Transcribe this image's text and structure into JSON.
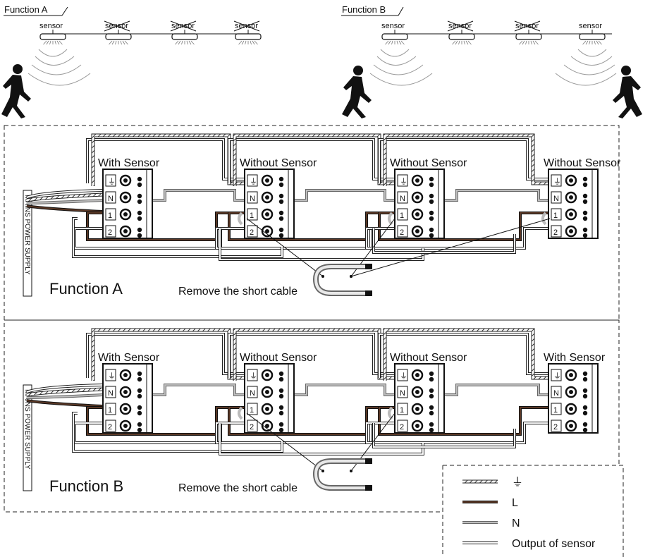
{
  "top": {
    "function_a_title": "Function A",
    "function_b_title": "Function B",
    "sensor_label": "sensor"
  },
  "panel_a": {
    "title": "Function A",
    "remove_note": "Remove the short cable",
    "mains_label": "MAINS POWER SUPPLY",
    "modules": [
      "With Sensor",
      "Without Sensor",
      "Without Sensor",
      "Without Sensor"
    ]
  },
  "panel_b": {
    "title": "Function B",
    "remove_note": "Remove the short cable",
    "mains_label": "MAINS POWER SUPPLY",
    "modules": [
      "With Sensor",
      "Without Sensor",
      "Without Sensor",
      "With Sensor"
    ]
  },
  "terminal_marks": [
    "N",
    "1",
    "2"
  ],
  "legend": {
    "items": [
      {
        "key": "earth",
        "label": "⏚",
        "color": "#555555"
      },
      {
        "key": "live",
        "label": "L",
        "color": "#3a2418"
      },
      {
        "key": "neutral",
        "label": "N",
        "color": "#9a9a9a"
      },
      {
        "key": "output",
        "label": "Output of sensor",
        "color": "#ffffff"
      }
    ]
  }
}
